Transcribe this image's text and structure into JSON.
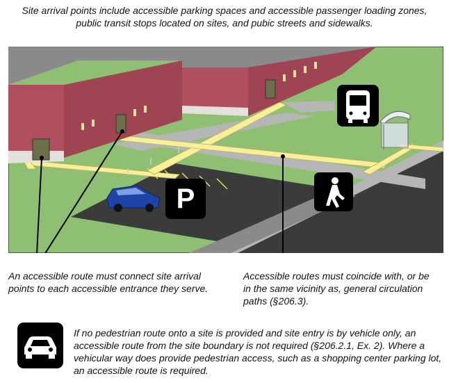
{
  "captions": {
    "top": "Site arrival points include accessible parking spaces and accessible passenger loading zones, public transit stops located on sites, and pubic streets and sidewalks.",
    "left": "An accessible route must connect site arrival points to each accessible entrance they serve.",
    "right": "Accessible routes must coincide with, or be in the same vicinity as, general circulation paths (§206.3).",
    "bottom": "If no pedestrian route onto a site is provided and site entry is by vehicle only, an accessible route from the site boundary is not required (§206.2.1, Ex. 2). Where a vehicular way does provide pedestrian access, such as a shopping center parking lot, an accessible route is required."
  },
  "signs": {
    "parking_letter": "P"
  },
  "icons": [
    "bus-icon",
    "pedestrian-icon",
    "parking-icon",
    "car-icon",
    "bus-shelter-icon",
    "building-icon",
    "car-illustration"
  ],
  "colors": {
    "grass": "#8fbf73",
    "asphalt": "#3b3b3b",
    "accessible_route": "#f7ef9a",
    "sidewalk": "#b6b6b6",
    "brick": "#b0505e",
    "roof": "#8a8a8a",
    "sign_bg": "#000000",
    "car": "#1f44a8"
  }
}
